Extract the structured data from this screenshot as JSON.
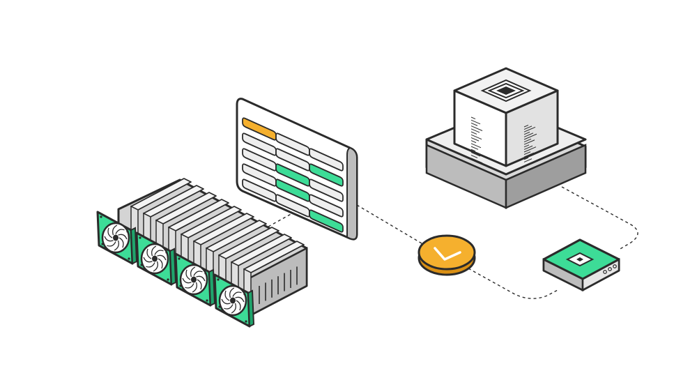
{
  "palette": {
    "outline": "#2b2b2b",
    "green": "#3ddc97",
    "orange": "#f5b02e",
    "light_gray": "#eeeeee",
    "mid_gray": "#cfcfcf",
    "dark_gray": "#9a9a9a",
    "white": "#ffffff"
  },
  "icons": {
    "gpu_rig": "gpu-mining-rig-icon",
    "fan": "cooling-fan-icon",
    "dashboard": "dashboard-panel-icon",
    "coin": "checkmark-coin-icon",
    "server": "server-block-icon",
    "router": "router-device-icon",
    "connector": "dashed-connector"
  },
  "dashboard_cells": [
    [
      "orange",
      "gray",
      "gray"
    ],
    [
      "gray",
      "gray",
      "green"
    ],
    [
      "gray",
      "green",
      "gray"
    ],
    [
      "gray",
      "green",
      "gray"
    ],
    [
      "gray",
      "gray",
      "green"
    ]
  ],
  "gpu_fan_count": 4
}
